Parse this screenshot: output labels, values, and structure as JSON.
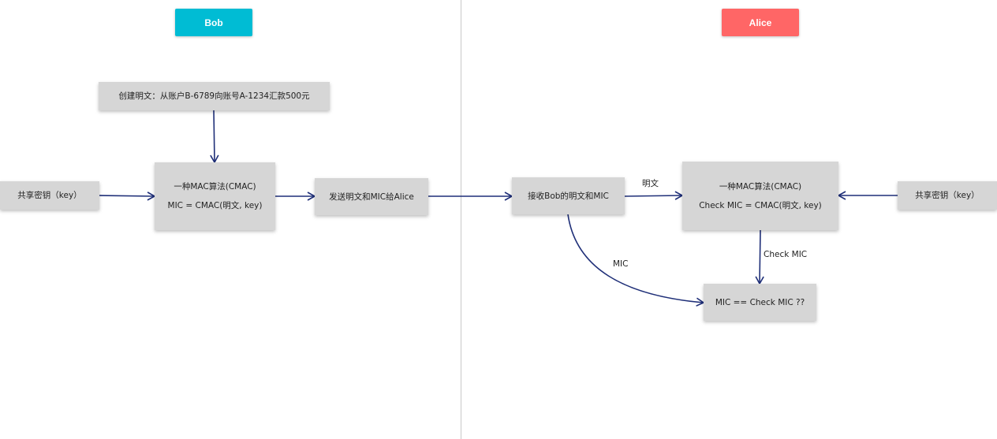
{
  "actors": {
    "bob": "Bob",
    "alice": "Alice"
  },
  "colors": {
    "bob": "#00bcd4",
    "alice": "#ff6666",
    "node_fill": "#d6d6d6",
    "edge": "#1f2f78"
  },
  "nodes": {
    "plaintext": "创建明文：从账户B-6789向账号A-1234汇款500元",
    "bob_key": "共享密钥（key）",
    "bob_mac_title": "一种MAC算法(CMAC)",
    "bob_mac_formula": "MIC = CMAC(明文, key)",
    "send": "发送明文和MIC给Alice",
    "receive": "接收Bob的明文和MIC",
    "alice_mac_title": "一种MAC算法(CMAC)",
    "alice_mac_formula": "Check MIC = CMAC(明文, key)",
    "alice_key": "共享密钥（key）",
    "compare": "MIC == Check MIC ??"
  },
  "edge_labels": {
    "receive_to_mac": "明文",
    "mac_to_compare": "Check MIC",
    "receive_to_compare": "MIC"
  }
}
